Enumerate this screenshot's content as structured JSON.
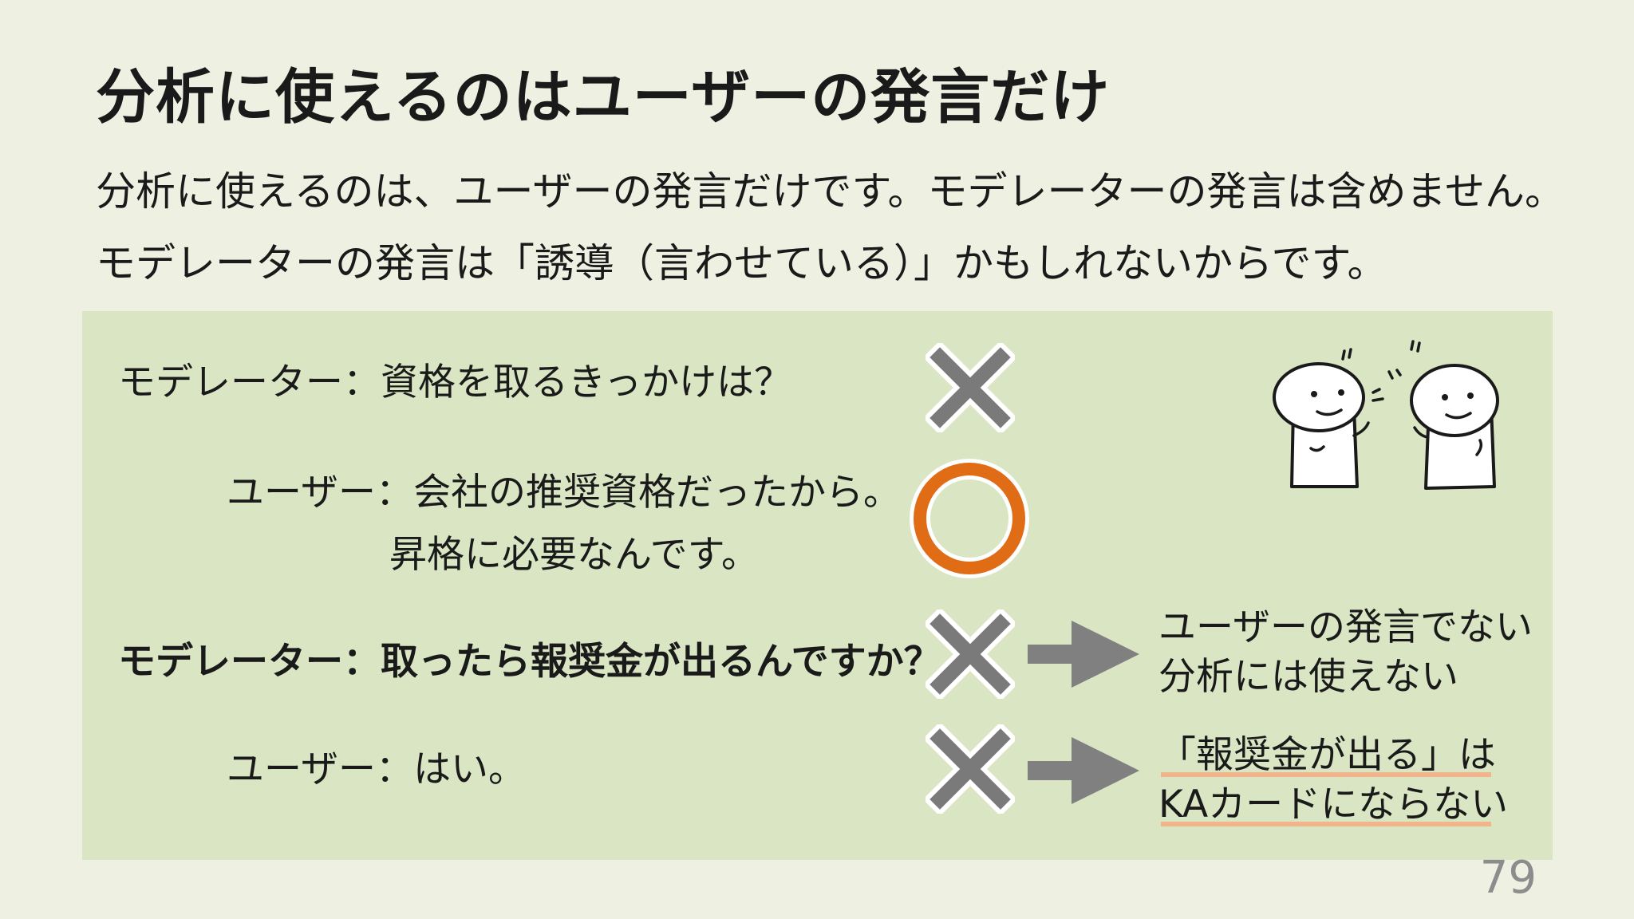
{
  "slide": {
    "title": "分析に使えるのはユーザーの発言だけ",
    "lead_line1": "分析に使えるのは、ユーザーの発言だけです。モデレーターの発言は含めません。",
    "lead_line2": "モデレーターの発言は「誘導（言わせている）」かもしれないからです。",
    "page_number": "79"
  },
  "dialog": [
    {
      "speaker": "モデレーター：",
      "text": "資格を取るきっかけは？",
      "mark": "cross"
    },
    {
      "speaker": "ユーザー：",
      "text": "会社の推奨資格だったから。",
      "text2": "昇格に必要なんです。",
      "mark": "circle"
    },
    {
      "speaker": "モデレーター：",
      "text": "取ったら報奨金が出るんですか？",
      "mark": "cross"
    },
    {
      "speaker": "ユーザー：",
      "text": "はい。",
      "mark": "cross"
    }
  ],
  "notes": {
    "note1_line1": "ユーザーの発言でない",
    "note1_line2": "分析には使えない",
    "note2_line1": "「報奨金が出る」は",
    "note2_line2": "KAカードにならない"
  },
  "colors": {
    "background": "#eef0e2",
    "panel": "#d9e5c3",
    "cross": "#7a7a7a",
    "circle": "#e06c16",
    "underline": "#f2b48a",
    "arrow": "#808080"
  }
}
